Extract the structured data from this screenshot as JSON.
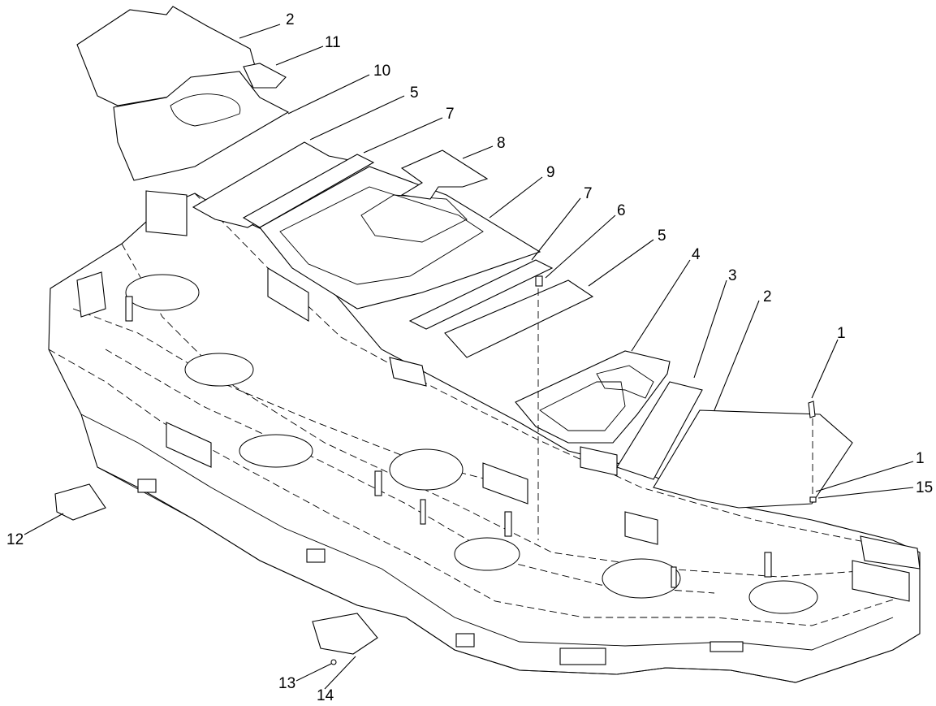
{
  "diagram": {
    "callouts": [
      {
        "id": "c2-top",
        "label": "2"
      },
      {
        "id": "c11",
        "label": "11"
      },
      {
        "id": "c10",
        "label": "10"
      },
      {
        "id": "c5-top",
        "label": "5"
      },
      {
        "id": "c7-top",
        "label": "7"
      },
      {
        "id": "c8",
        "label": "8"
      },
      {
        "id": "c9",
        "label": "9"
      },
      {
        "id": "c7-mid",
        "label": "7"
      },
      {
        "id": "c6",
        "label": "6"
      },
      {
        "id": "c5-mid",
        "label": "5"
      },
      {
        "id": "c4",
        "label": "4"
      },
      {
        "id": "c3",
        "label": "3"
      },
      {
        "id": "c2-right",
        "label": "2"
      },
      {
        "id": "c1-top",
        "label": "1"
      },
      {
        "id": "c1-low",
        "label": "1"
      },
      {
        "id": "c15",
        "label": "15"
      },
      {
        "id": "c12",
        "label": "12"
      },
      {
        "id": "c13",
        "label": "13"
      },
      {
        "id": "c14",
        "label": "14"
      }
    ]
  }
}
